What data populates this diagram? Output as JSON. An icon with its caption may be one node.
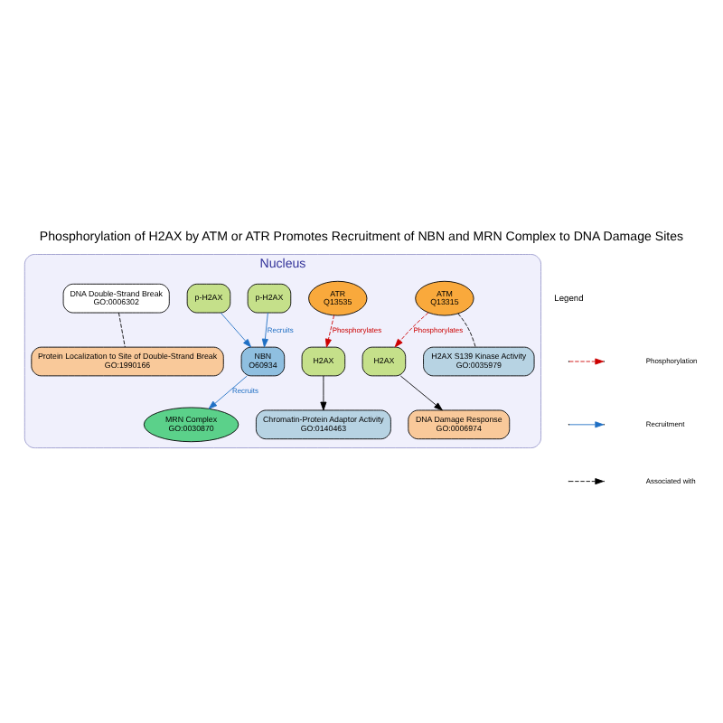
{
  "diagram": {
    "title": "Phosphorylation of H2AX by ATM or ATR Promotes Recruitment of NBN and MRN Complex to DNA Damage Sites",
    "nodes": [
      {
        "text": [
          "Nucleus"
        ]
      },
      {
        "text": [
          "ATM",
          "Q13315"
        ],
        "in": 0
      },
      {
        "text": [
          "ATR",
          "Q13535"
        ],
        "in": 0
      },
      {
        "text": [
          "MRN Complex",
          "GO:0030870"
        ],
        "in": 0
      },
      {
        "text": [
          "NBN",
          "O60934"
        ],
        "in": 0
      },
      {
        "text": [
          "p-H2AX"
        ],
        "in": 0
      },
      {
        "text": [
          "p-H2AX"
        ],
        "in": 0
      },
      {
        "text": [
          "H2AX"
        ],
        "in": 0
      },
      {
        "text": [
          "H2AX"
        ],
        "in": 0
      },
      {
        "text": [
          "DNA Double-Strand Break",
          "GO:0006302"
        ],
        "in": 0
      },
      {
        "text": [
          "DNA Damage Response",
          "GO:0006974"
        ],
        "in": 0
      },
      {
        "text": [
          "Protein Localization to Site of Double-Strand Break",
          "GO:1990166"
        ],
        "in": 0
      },
      {
        "text": [
          "H2AX S139 Kinase Activity",
          "GO:0035979"
        ],
        "in": 0
      },
      {
        "text": [
          "Chromatin-Protein Adaptor Activity",
          "GO:0140463"
        ],
        "in": 0
      }
    ],
    "edges": [
      {
        "from": 1,
        "to": 7,
        "arrow": "to",
        "label": "Phosphorylates",
        "style": "dashed",
        "color": "#cc0000"
      },
      {
        "from": 2,
        "to": 8,
        "arrow": "to",
        "label": "Phosphorylates",
        "style": "dashed",
        "color": "#cc0000"
      },
      {
        "from": 5,
        "to": 4,
        "arrow": "to",
        "label": "Recruits",
        "color": "#1f6fc4"
      },
      {
        "from": 6,
        "to": 4,
        "arrow": "to",
        "color": "#1f6fc4"
      },
      {
        "from": 4,
        "to": 3,
        "arrow": "to",
        "label": "Recruits",
        "color": "#1f6fc4"
      },
      {
        "from": 1,
        "to": 12,
        "arrow": "none",
        "style": "dashed"
      },
      {
        "from": 7,
        "to": 10,
        "arrow": "to"
      },
      {
        "from": 9,
        "to": 11,
        "arrow": "none",
        "style": "dashed"
      },
      {
        "from": 8,
        "to": 13,
        "arrow": "to"
      }
    ],
    "labels": [
      "Legend"
    ],
    "legend": [
      {
        "text": "Phosphorylation"
      },
      {
        "text": "Recruitment"
      },
      {
        "text": "Associated with"
      }
    ]
  }
}
